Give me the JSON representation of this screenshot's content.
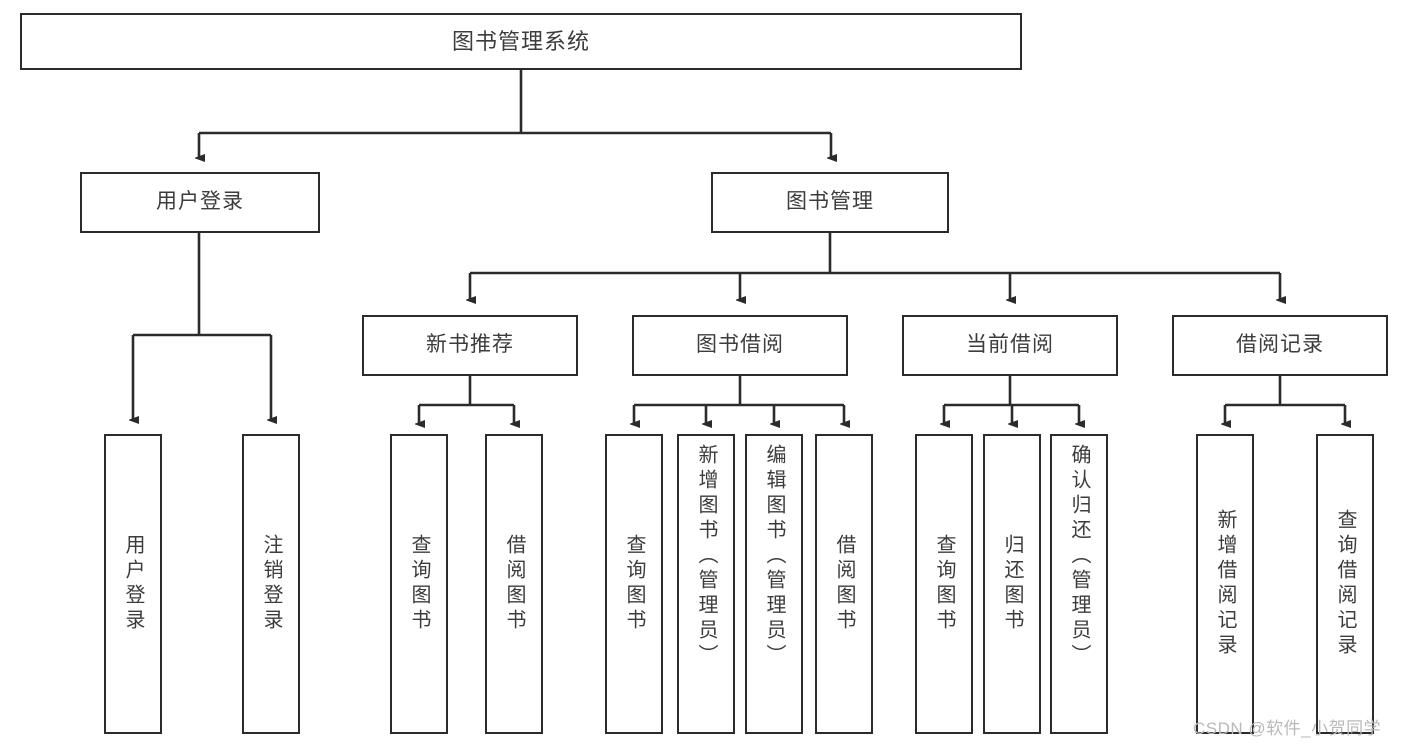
{
  "diagram": {
    "title": "图书管理系统",
    "type": "tree-hierarchy-diagram",
    "root": {
      "label": "图书管理系统"
    },
    "level1": [
      {
        "label": "用户登录"
      },
      {
        "label": "图书管理"
      }
    ],
    "level2": [
      {
        "label": "新书推荐"
      },
      {
        "label": "图书借阅"
      },
      {
        "label": "当前借阅"
      },
      {
        "label": "借阅记录"
      }
    ],
    "leaves": {
      "user_login": [
        {
          "label": "用户登录"
        },
        {
          "label": "注销登录"
        }
      ],
      "new_book_recommend": [
        {
          "label": "查询图书"
        },
        {
          "label": "借阅图书"
        }
      ],
      "book_borrow": [
        {
          "label": "查询图书"
        },
        {
          "label": "新增图书（管理员）"
        },
        {
          "label": "编辑图书（管理员）"
        },
        {
          "label": "借阅图书"
        }
      ],
      "current_borrow": [
        {
          "label": "查询图书"
        },
        {
          "label": "归还图书"
        },
        {
          "label": "确认归还（管理员）"
        }
      ],
      "borrow_record": [
        {
          "label": "新增借阅记录"
        },
        {
          "label": "查询借阅记录"
        }
      ]
    }
  },
  "watermark": {
    "text": "CSDN @软件_小贺同学"
  },
  "colors": {
    "box_border": "#2b2b2b",
    "box_fill": "#ffffff",
    "text": "#3c3c3c",
    "connector": "#2b2b2b",
    "watermark": "#b9b9b9"
  }
}
